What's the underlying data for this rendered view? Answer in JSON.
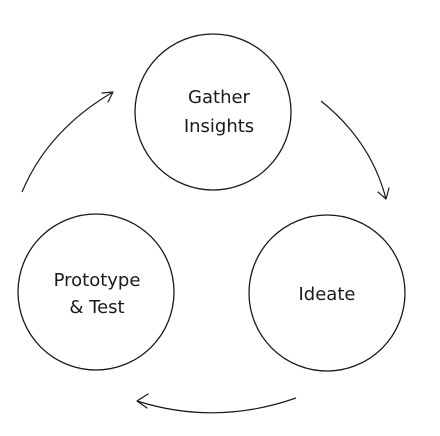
{
  "nodes": {
    "gather_insights": {
      "lines": [
        "Gather",
        "Insights"
      ]
    },
    "ideate": {
      "lines": [
        "Ideate"
      ]
    },
    "prototype_test": {
      "lines": [
        "Prototype",
        "& Test"
      ]
    }
  },
  "cycle_order": [
    "gather_insights",
    "ideate",
    "prototype_test"
  ],
  "colors": {
    "stroke": "#1a1a1a",
    "background": "#ffffff"
  }
}
